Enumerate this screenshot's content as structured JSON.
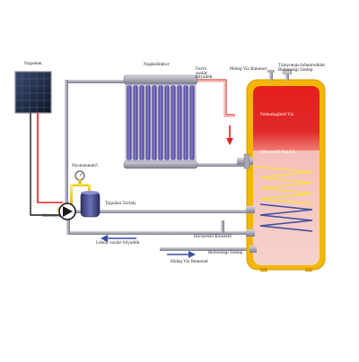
{
  "labels": {
    "solar_panel": "Napelem",
    "collector": "Napkollektor",
    "hot_fluid_out": "Forró szolár folyadék",
    "hot_water_out": "Meleg Víz Kimenet",
    "thermo_safety_valve": "Túlnyomás-hőmérséklet Biztonsági Szelep",
    "heated_water": "Felmelegített Víz",
    "heat_exchanger": "Hőcserélő Bekötő",
    "pressure_gauge": "Nyomásmérő",
    "expansion_tank": "Tágulási Tartály",
    "pump": "Szivattyú",
    "cold_fluid_return": "Lehűlt szolár folyadék",
    "heat_exchanger_out": "Hőcserélő Kivezető",
    "safety_valve": "Biztonsági Szelep",
    "cold_water_in": "Hideg Víz Bemenet"
  },
  "colors": {
    "tank_shell": "#f2b705",
    "tank_hot": "#e61e1e",
    "tank_cool": "#f4c6c0",
    "hot_pipe": "#e02020",
    "cold_pipe": "#3a4fa0",
    "collector_frame": "#9c9cab",
    "collector_tube": "#5b4fa6",
    "flow_arrow_hot": "#e02020",
    "flow_arrow_cold": "#3a4fa0"
  }
}
